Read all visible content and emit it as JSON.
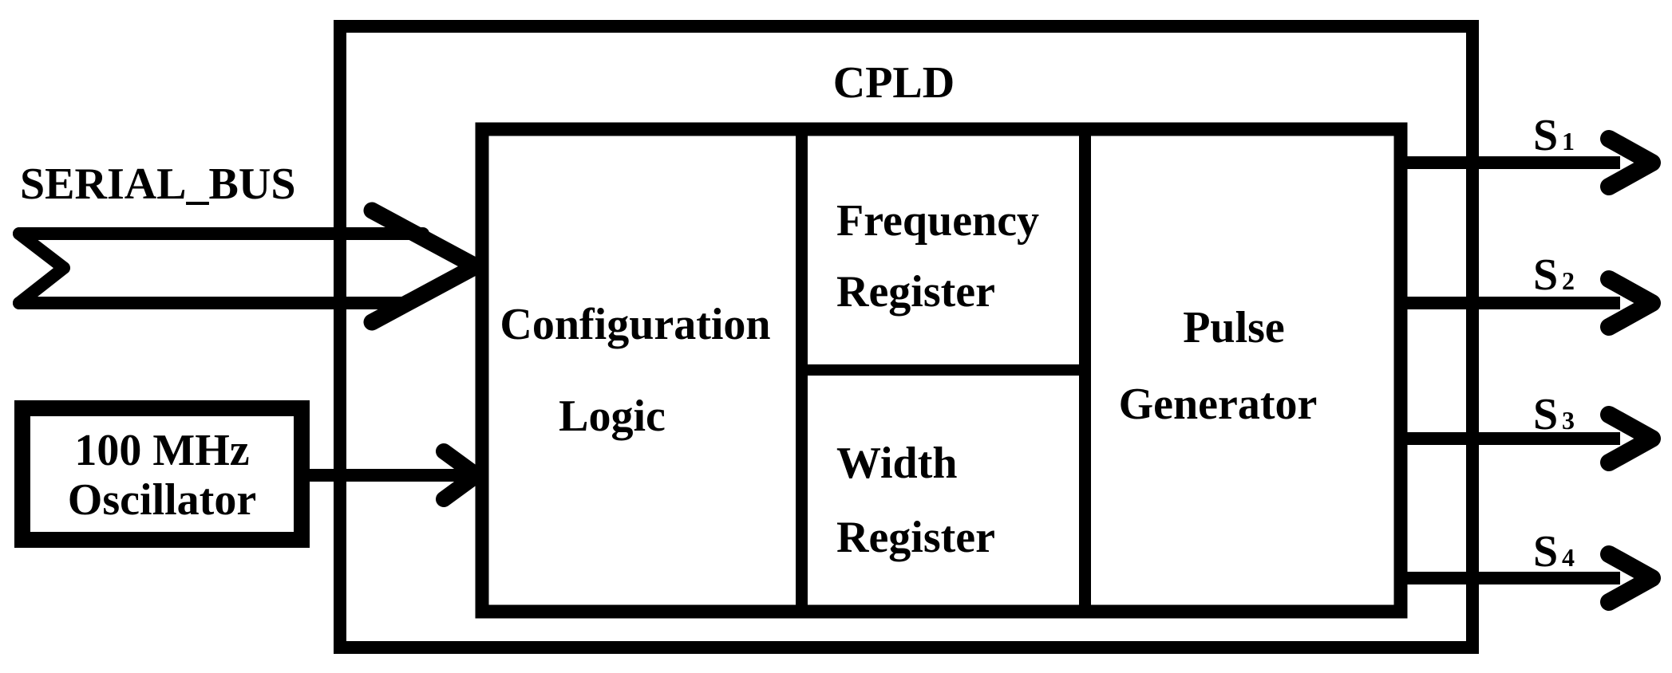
{
  "figure": {
    "background_color": "#ffffff",
    "ink_color": "#000000",
    "cpld_label": "CPLD",
    "serial_bus_label": "SERIAL_BUS",
    "oscillator": {
      "line1": "100 MHz",
      "line2": "Oscillator"
    },
    "blocks": {
      "configuration_logic": {
        "line1": "Configuration",
        "line2": "Logic"
      },
      "frequency_register": {
        "line1": "Frequency",
        "line2": "Register"
      },
      "width_register": {
        "line1": "Width",
        "line2": "Register"
      },
      "pulse_generator": {
        "line1": "Pulse",
        "line2": "Generator"
      }
    },
    "outputs": [
      {
        "main": "S",
        "sub": "1"
      },
      {
        "main": "S",
        "sub": "2"
      },
      {
        "main": "S",
        "sub": "3"
      },
      {
        "main": "S",
        "sub": "4"
      }
    ]
  }
}
